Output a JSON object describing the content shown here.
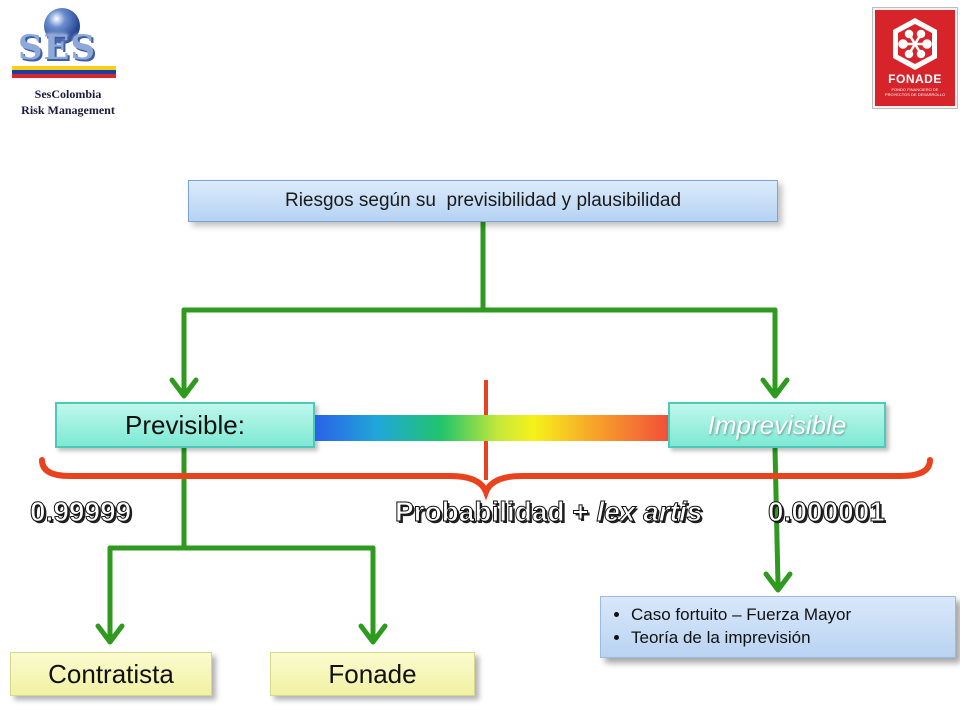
{
  "header": {
    "ses_logo": {
      "wordmark": "SES",
      "caption_line1": "SesColombia",
      "caption_line2": "Risk Management",
      "flag_colors": [
        "#f7d117",
        "#1b3fa0",
        "#d7262f"
      ]
    },
    "fonade_logo": {
      "name": "FONADE",
      "subtitle": "Fondo Financiero de Proyectos de Desarrollo",
      "background_color": "#d6242a"
    }
  },
  "diagram": {
    "root": {
      "label": "Riesgos según su  previsibilidad y plausibilidad"
    },
    "left_node": {
      "label": "Previsible:"
    },
    "right_node": {
      "label": "Imprevisible"
    },
    "scale": {
      "left_value": "0.99999",
      "center_label_plain": "Probabilidad + ",
      "center_label_italic": "lex artis",
      "right_value": "0.000001"
    },
    "left_children": [
      {
        "label": "Contratista"
      },
      {
        "label": "Fonade"
      }
    ],
    "right_child": {
      "bullets": [
        "Caso fortuito – Fuerza Mayor",
        "Teoría de la imprevisión"
      ]
    },
    "colors": {
      "connector": "#2e9a1e",
      "brace": "#e8431e",
      "marker": "#e8431e"
    }
  }
}
